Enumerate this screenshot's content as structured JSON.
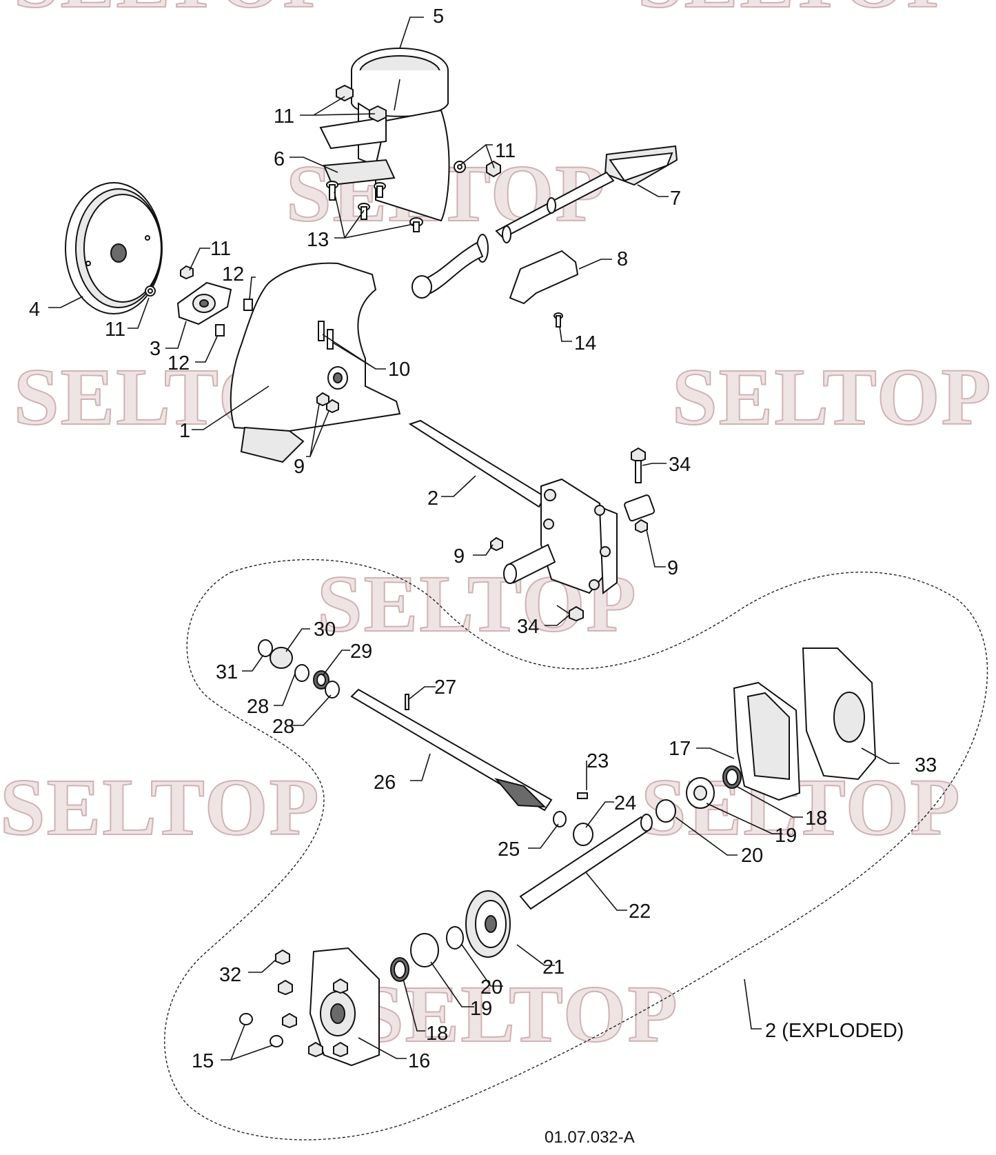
{
  "watermark": {
    "text": "SELTOP"
  },
  "callouts": {
    "c1": "1",
    "c2": "2",
    "c3": "3",
    "c4": "4",
    "c5": "5",
    "c6": "6",
    "c7": "7",
    "c8": "8",
    "c9a": "9",
    "c9b": "9",
    "c9c": "9",
    "c10": "10",
    "c11a": "11",
    "c11b": "11",
    "c11c": "11",
    "c11d": "11",
    "c12a": "12",
    "c12b": "12",
    "c13": "13",
    "c14": "14",
    "c15": "15",
    "c16": "16",
    "c17": "17",
    "c18a": "18",
    "c18b": "18",
    "c19a": "19",
    "c19b": "19",
    "c20a": "20",
    "c20b": "20",
    "c21": "21",
    "c22": "22",
    "c23": "23",
    "c24": "24",
    "c25": "25",
    "c26": "26",
    "c27": "27",
    "c28a": "28",
    "c28b": "28",
    "c29": "29",
    "c30": "30",
    "c31": "31",
    "c32": "32",
    "c33": "33",
    "c34a": "34",
    "c34b": "34"
  },
  "exploded_label": "2 (EXPLODED)",
  "drawing_number": "01.07.032-A"
}
